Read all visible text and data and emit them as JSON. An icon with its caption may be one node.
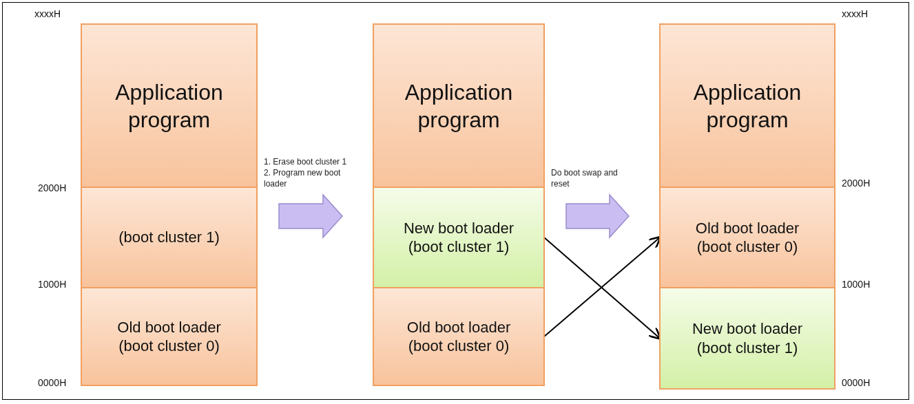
{
  "diagram": {
    "nodes": [
      {
        "text": [],
        "shape": "box"
      },
      {
        "text": [
          "Application program"
        ],
        "in": 0
      },
      {
        "text": [
          "(boot cluster 1)"
        ],
        "in": 0
      },
      {
        "text": [
          "Old boot loader (boot cluster 0)"
        ],
        "in": 0
      },
      {
        "text": [],
        "shape": "box"
      },
      {
        "text": [
          "Application program"
        ],
        "in": 4
      },
      {
        "text": [
          "New boot loader (boot cluster 1)"
        ],
        "in": 4
      },
      {
        "text": [
          "Old boot loader (boot cluster 0)"
        ],
        "in": 4
      },
      {
        "text": [],
        "shape": "box"
      },
      {
        "text": [
          "Application program"
        ],
        "in": 8
      },
      {
        "text": [
          "Old boot loader (boot cluster 0)"
        ],
        "in": 8
      },
      {
        "text": [
          "New boot loader (boot cluster 1)"
        ],
        "in": 8
      }
    ],
    "edges": [
      {
        "from": 0,
        "to": 4,
        "arrow": "to",
        "label": "1. Erase boot cluster 1 2. Program new boot loader",
        "style": "thick",
        "color": "#c9bdf2"
      },
      {
        "from": 4,
        "to": 8,
        "arrow": "to",
        "label": "Do boot swap and reset",
        "style": "thick",
        "color": "#c9bdf2"
      },
      {
        "from": 6,
        "to": 11,
        "arrow": "to"
      },
      {
        "from": 7,
        "to": 10,
        "arrow": "to"
      }
    ],
    "labels": [
      "xxxxH",
      "xxxxH",
      "2000H",
      "2000H",
      "1000H",
      "1000H",
      "0000H",
      "0000H"
    ]
  }
}
